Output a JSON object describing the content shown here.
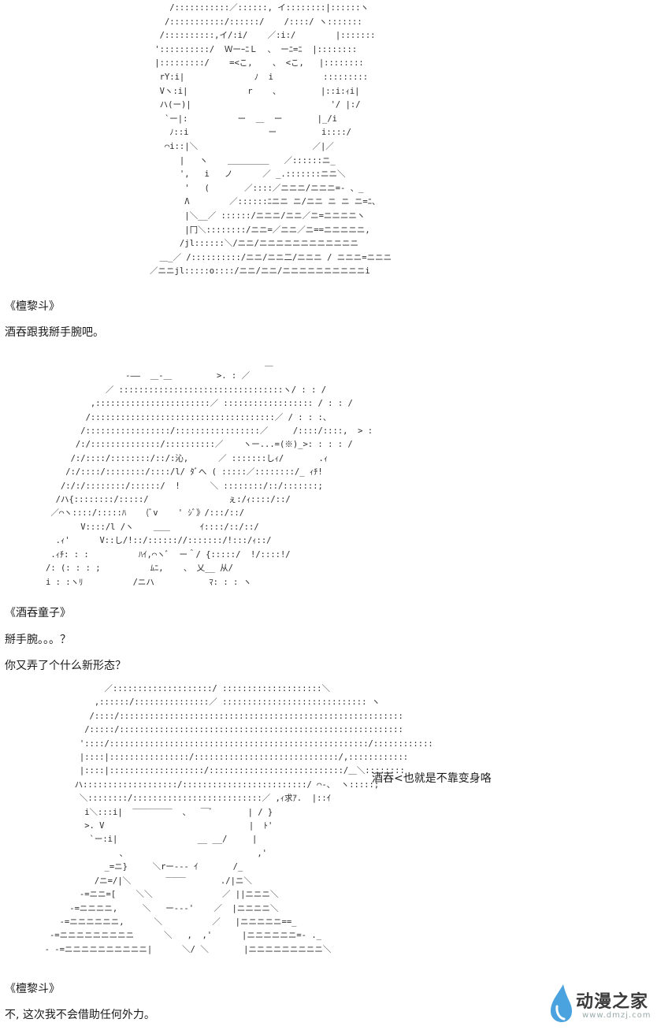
{
  "art": {
    "panel1": "    /:::::::::::／::::::, イ::::::::|::::::ヽ\n   /:::::::::::/::::::/    /::::/ ヽ:::::::\n  /::::::::::,イ/:i/    ／:i:/        |:::::::\n '::::::::::/  ＷーｰﾆＬ  、 ーﾆ=ﾆ  |::::::::\n |:::::::::/    =<こ,    、 <こ,   |::::::::\n  rY:i|              ﾉ  i          :::::::::\n  Vヽ:i|            r    、        |::i:ｨi|\n  ハ(ー)|                            '/ |:/\n   `ー|:          ー  ＿  ー       |_/i\n    ﾉ::i                ー         i::::/\n   ⌒i::|＼                       ／|／\n      |   ヽ    ＿＿＿＿＿   ／::::::ニ_\n      ',   i   ノ      ／ _.:::::::ニニ＼\n       '   (       ／::::／ニニニ/ニニニ=- 、_\n       Λ        ／::::::ﾆニニ ニ/ニニ ニ ニ ニ=ﾆ、\n       |＼__／ ::::::/ニニニ/ニニ／ニ=ニニニニヽ\n       |冂＼::::::::/ニニ=／ニニ／ニ==ニニニニニ,\n      /jl::::::＼/ニニ/ニニニニニニニニニニニニ\n  ＿_／ /::::::::::/ニニ/ニニ二/ニニニ / ニニニ=ニニニ\n／ニニjl:::::o::::/ニニ/ニニ/ニニニニニニニニニニi",
    "panel2": "                                            ＿\n                -――  ＿-＿         >. : ／\n            ／ :::::::::::::::::::::::::::::::::ヽ/ : : /\n         ,:::::::::::::::::::::::／ :::::::::::::::::: / : : /                 .ｨ\n        /:::::::::::::::::::::::::::::::::::::／ / : : :、          > :/\n       /:::::::::::::::::/:::::::::::::::::／     /::::/::::,  > : : : /\n      /:/::::::::::::::/::::::::::／    ヽー...=(※)_>: : : : /\n     /:/::::/::::::::/::/:沁,      ／ :::::::しｨ/       .ｨ\n    /:/::::/::::::::/::::/l/ ﾀﾞへ ( :::::／::::::::/_ ｨﾁ!\n   /:/:/::::::::/::::::/  !      ＼ ::::::::/::/:::::::;\n  /ハ{::::::::/:::::/                ぇ:/ｨ::::/::/\n ／⌒ヽ::::/:::::ﾊ    (ﾞv    ' ｼﾞ》/:::/::/\n       V::::/l /ヽ    ＿＿      ｲ::::/::/::/\n  .ｨ'      V::し/!::/:::::://:::::::/!:::/ｨ::/\n .ｨﾁ: : :          ﾊｲ,⌒ヽﾞ  ー＾/ {:::::/  !/::::!/\n/: (: : : ;          ﾑﾆ,    、 乂__ 从/\ni : :ヽﾘ          /ニハ           ﾏ: : : ヽ",
    "panel3": "              ／::::::::::::::::::::/ ::::::::::::::::::::＼\n            ,::::::/:::::::::::::::／ ::::::::::::::::::::::::::::: ヽ\n           /::::/:::::::::::::::::::::::::::::::::::::::::::::::::::::::::\n          /:::::/:::::::::::::::::::::::::::::::::::::::::::::::::::::::::\n         '::::/::::::::::::::::::::::::::::::::::::::::::::::::::::/::::::::::::\n         |::::|::::::::::::::::/:::::::::::::::::::::::::::::/,::::::::::::\n         |::::|:::::::::::::::::::/:::::::::::::::::::::::::::/＿＼::::::::\n        ハ:::::::::::::::::::/:::::::::::::::::::::::::/ ⌒‐､  ヽ:::::;\n         ＼::::::::/::::::::::::::::::::::::::／ ,ｨ求ｱ.  |::ｲ\n          i＼:::i|  ‾‾‾‾‾‾‾‾  、  ￣ﾞ       | / }\n          >. V                             |  ﾄ'\n           `ー:i|                __ __/     |\n                 、                          ,'\n              _=ニ}     ＼rー‐‐‐ ｲ       /_\n            /ニ=/|＼       ‾‾‾‾       ./|ニ＼\n         -=ニニ=[    ＼＼              ／ ||ニニニ＼\n       -=ニニニニ,     ＼   ー‐-‐'    ／  |ニニニニ＼\n     -=ニニニニニニ,      ＼          ／   |ニニニニニ==_\n   -=ニニニニニニニニニ      ＼   ,  ,'      |ニニニニニニ=- ._\n  - -=ニニニニニニニニニニ|      ＼/ ＼       |ニニニニニニニニニ＼"
  },
  "lines": {
    "l1": "《檀黎斗》",
    "l2": "酒吞跟我掰手腕吧。",
    "l3": "《酒吞童子》",
    "l4": "掰手腕。。。？",
    "l5": "你又弄了个什么新形态？",
    "side": "酒吞<也就是不靠变身咯",
    "l6": "《檀黎斗》",
    "l7": "不, 这次我不会借助任何外力。"
  },
  "logo": {
    "title": "动漫之家",
    "url": "www.dmzj.com",
    "color": "#4aa3df"
  }
}
